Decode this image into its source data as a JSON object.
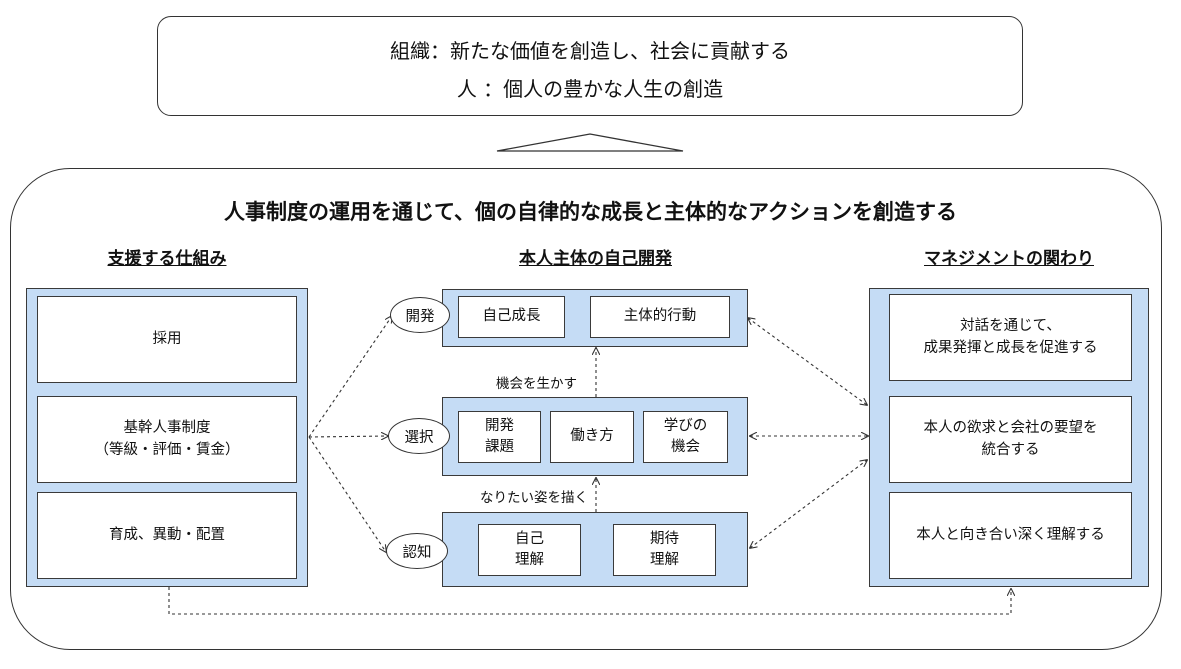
{
  "purpose": {
    "organization_line": "組織：新たな価値を創造し、社会に貢献する",
    "person_line": "人 ：個人の豊かな人生の創造"
  },
  "main_heading": "人事制度の運用を通じて、個の自律的な成長と主体的なアクションを創造する",
  "support": {
    "title": "支援する仕組み",
    "items": [
      "採用",
      "基幹人事制度\n（等級・評価・賃金）",
      "育成、異動・配置"
    ]
  },
  "self_development": {
    "title": "本人主体の自己開発",
    "stages": [
      {
        "label": "開発",
        "items": [
          "自己成長",
          "主体的行動"
        ]
      },
      {
        "label": "選択",
        "items": [
          "開発\n課題",
          "働き方",
          "学びの\n機会"
        ]
      },
      {
        "label": "認知",
        "items": [
          "自己\n理解",
          "期待\n理解"
        ]
      }
    ],
    "transition_upper": "機会を生かす",
    "transition_lower": "なりたい姿を描く"
  },
  "management": {
    "title": "マネジメントの関わり",
    "items": [
      "対話を通じて、\n成果発揮と成長を促進する",
      "本人の欲求と会社の要望を\n統合する",
      "本人と向き合い深く理解する"
    ]
  }
}
